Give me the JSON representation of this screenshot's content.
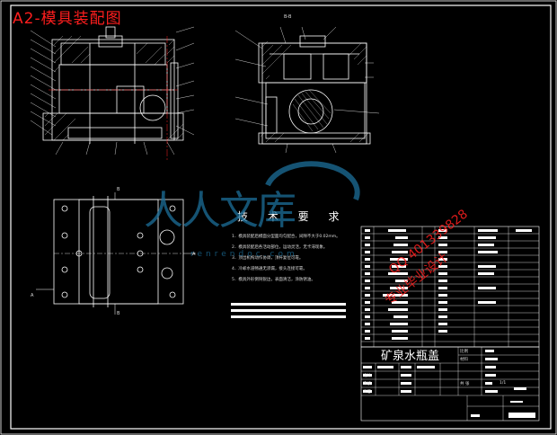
{
  "title": "A2-模具装配图",
  "tech_requirements": {
    "title": "技 术 要 求",
    "items": [
      "1．模具装配后模面分型面均匀配合，间隙不大于0.02mm。",
      "2．模具装配后各活动部位，运动灵活，无卡滞现象。",
      "3．顶出机构动作协调，顶杆复位可靠。",
      "4．冷却水道畅通无渗漏，接头连接可靠。",
      "5．模具外形倒钝锐边，表面清洁，涂防锈油。"
    ]
  },
  "product_name": "矿泉水瓶盖",
  "title_block": {
    "scale_label": "比例",
    "scale_value": "1:1",
    "material_label": "材料",
    "sheet_label": "共 张",
    "sheet_value": "1/1",
    "labels": [
      "设计",
      "审核",
      "工艺",
      "批准",
      "标准化",
      "日期"
    ],
    "sign_text": "(签名)"
  },
  "section_label": "B-B",
  "view_label_a": "A",
  "view_label_b": "B",
  "watermark_cn": "人人文库",
  "watermark_en": "renrendoc.com",
  "watermark_qq": "QQ 401339828",
  "watermark_red": "专业毕业设计",
  "colors": {
    "line": "#ffffff",
    "frame_red": "#ff2020",
    "dim": "#ff3030",
    "hatch": "#ffffff",
    "accent": "#ffff00"
  }
}
